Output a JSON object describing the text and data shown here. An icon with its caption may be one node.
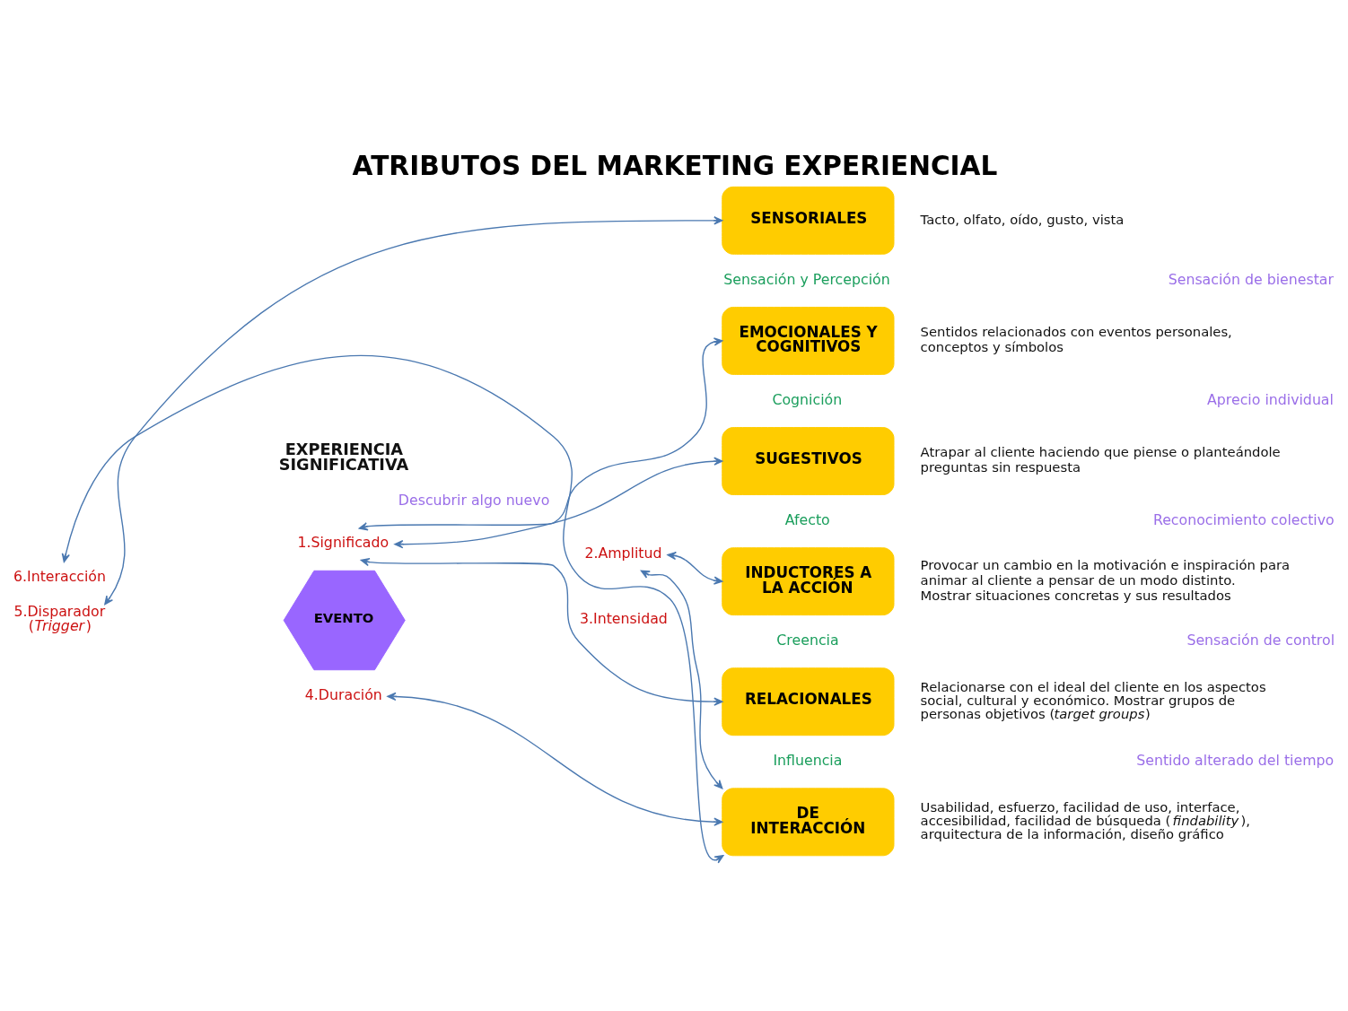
{
  "diagram": {
    "title": "ATRIBUTOS DEL MARKETING EXPERIENCIAL",
    "nodes": [
      {
        "text": [
          "SENSORIALES"
        ],
        "beside": [
          "Tacto, olfato, oído, gusto, vista"
        ]
      },
      {
        "text": [
          "EMOCIONALES Y COGNITIVOS"
        ],
        "beside": [
          "Sentidos relacionados con eventos personales, conceptos y símbolos"
        ]
      },
      {
        "text": [
          "1.Significado"
        ]
      },
      {
        "text": [
          "SUGESTIVOS"
        ],
        "beside": [
          "Atrapar al cliente haciendo que piense o planteándole preguntas sin respuesta"
        ]
      },
      {
        "text": [
          "6.Interacción"
        ]
      },
      {
        "text": [
          "2.Amplitud"
        ]
      },
      {
        "text": [
          "EVENTO"
        ]
      },
      {
        "text": [
          "INDUCTORES A LA ACCIÓN"
        ],
        "beside": [
          "Provocar un cambio en la motivación e inspiración para animar al cliente a pensar de un modo distinto. Mostrar situaciones concretas y sus resultados"
        ]
      },
      {
        "text": [
          "5.Disparador (*Trigger*)"
        ]
      },
      {
        "text": [
          "4.Duración"
        ]
      },
      {
        "text": [
          "RELACIONALES"
        ],
        "beside": [
          "Relacionarse con el ideal del cliente en los aspectos social, cultural y económico. Mostrar grupos de personas objetivos (*target groups*)"
        ]
      },
      {
        "text": [
          "DE INTERACCIÓN"
        ],
        "beside": [
          "Usabilidad, esfuerzo, facilidad de uso, interface, accesibilidad, facilidad de búsqueda (*findability*), arquitectura de la información, diseño gráfico"
        ]
      }
    ],
    "edges": [
      {
        "from": 8,
        "to": 0,
        "arrow": "both"
      },
      {
        "from": 2,
        "to": 1,
        "arrow": "both"
      },
      {
        "from": 2,
        "to": 3,
        "arrow": "both"
      },
      {
        "from": 5,
        "to": 7,
        "arrow": "both"
      },
      {
        "from": 2,
        "to": 10,
        "arrow": "both"
      },
      {
        "from": 4,
        "to": 11,
        "arrow": "both"
      },
      {
        "from": 9,
        "to": 11,
        "arrow": "both"
      },
      {
        "from": 5,
        "to": 11,
        "arrow": "both"
      }
    ],
    "labels": [
      "Sensación y Percepción",
      "Sensación de bienestar",
      "EXPERIENCIA SIGNIFICATIVA",
      "Descubrir algo nuevo",
      "Cognición",
      "Aprecio individual",
      "Afecto",
      "Reconocimiento colectivo",
      "3.Intensidad",
      "Creencia",
      "Sensación de control",
      "Influencia",
      "Sentido alterado del tiempo"
    ]
  }
}
